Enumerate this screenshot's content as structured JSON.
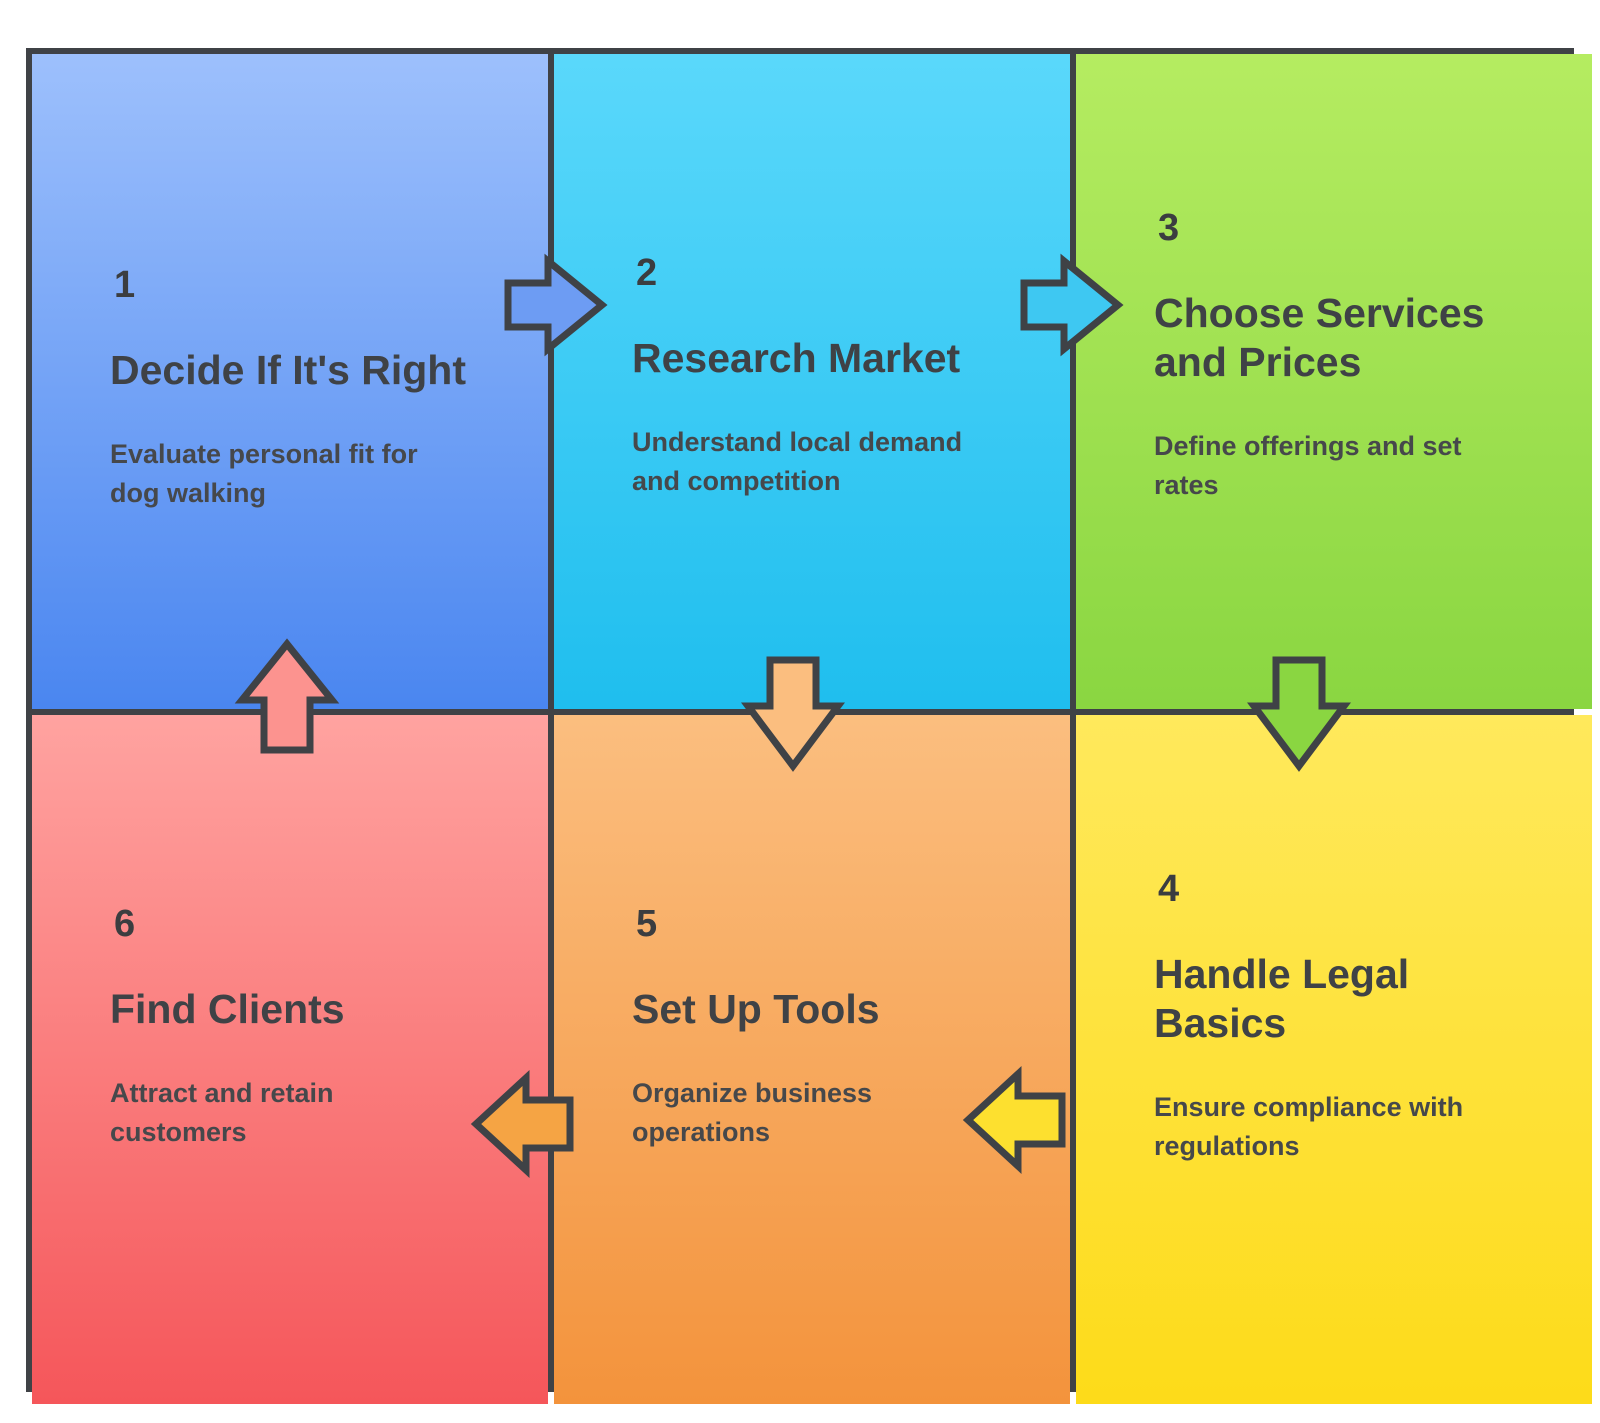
{
  "diagram": {
    "type": "cyclic-process-grid",
    "title": "",
    "layout": {
      "columns": 3,
      "rows": 2,
      "order": "z-serpentine"
    },
    "palette": {
      "step1": "#4a86f0",
      "step2": "#1fbeee",
      "step3": "#8ad641",
      "step4": "#fddb19",
      "step5": "#f3933c",
      "step6": "#f5565a",
      "border": "#3f4246",
      "text": "#3f4246",
      "background": "#ffffff"
    },
    "steps": [
      {
        "number": "1",
        "title": "Decide If It's Right",
        "description": "Evaluate personal fit for dog walking",
        "color": "#4a86f0"
      },
      {
        "number": "2",
        "title": "Research Market",
        "description": "Understand local demand and competition",
        "color": "#1fbeee"
      },
      {
        "number": "3",
        "title": "Choose Services and Prices",
        "description": "Define offerings and set rates",
        "color": "#8ad641"
      },
      {
        "number": "4",
        "title": "Handle Legal Basics",
        "description": "Ensure compliance with regulations",
        "color": "#fddb19"
      },
      {
        "number": "5",
        "title": "Set Up Tools",
        "description": "Organize business operations",
        "color": "#f3933c"
      },
      {
        "number": "6",
        "title": "Find Clients",
        "description": "Attract and retain customers",
        "color": "#f5565a"
      }
    ],
    "connectors": [
      {
        "from": "1",
        "to": "2",
        "direction": "right",
        "fill": "#6d9cf3"
      },
      {
        "from": "2",
        "to": "3",
        "direction": "right",
        "fill": "#3ec8f2"
      },
      {
        "from": "3",
        "to": "4",
        "direction": "down",
        "fill": "#8ad641"
      },
      {
        "from": "2",
        "to": "5",
        "direction": "down",
        "fill": "#fbbe7f"
      },
      {
        "from": "4",
        "to": "5",
        "direction": "left",
        "fill": "#fde02f"
      },
      {
        "from": "5",
        "to": "6",
        "direction": "left",
        "fill": "#f5a444"
      },
      {
        "from": "6",
        "to": "1",
        "direction": "up",
        "fill": "#fc938f"
      }
    ]
  }
}
